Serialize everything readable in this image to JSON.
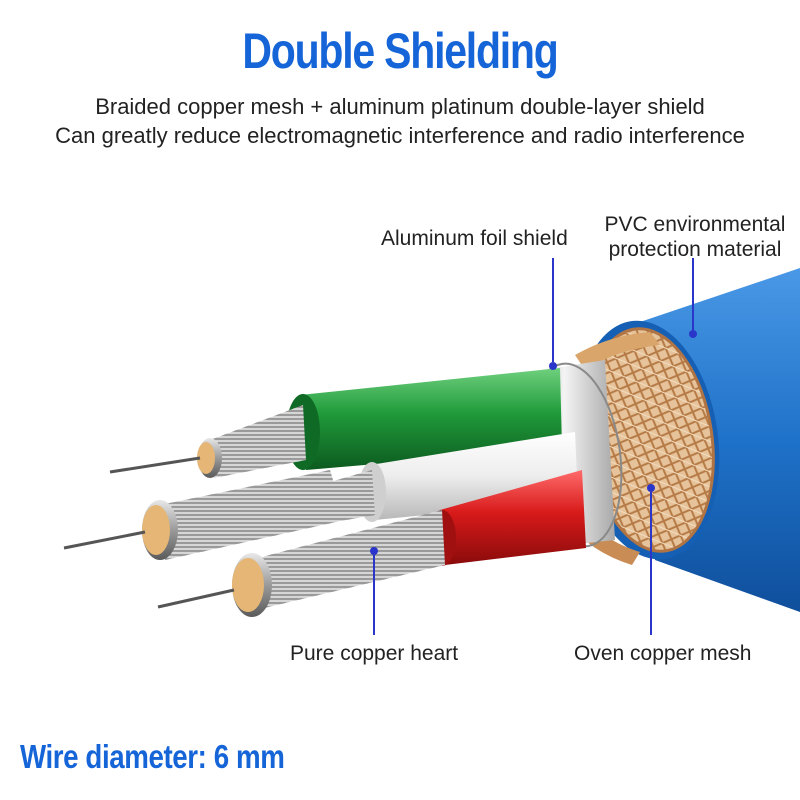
{
  "header": {
    "title": "Double Shielding",
    "subtitle_line1": "Braided copper mesh + aluminum platinum double-layer shield",
    "subtitle_line2": "Can greatly reduce electromagnetic interference and radio interference"
  },
  "callouts": {
    "aluminum_foil_shield": "Aluminum foil shield",
    "pvc_line1": "PVC environmental",
    "pvc_line2": "protection material",
    "pure_copper_heart": "Pure copper heart",
    "oven_copper_mesh": "Oven copper mesh"
  },
  "footer": {
    "wire_diameter": "Wire diameter: 6 mm"
  },
  "colors": {
    "accent_blue": "#1565d8",
    "jacket_blue": "#1f72c9",
    "green_core": "#1f9a3a",
    "red_core": "#d81a1a",
    "white_core": "#f2f2f2",
    "copper": "#d9a56a",
    "leader_line": "#2a35c9"
  }
}
